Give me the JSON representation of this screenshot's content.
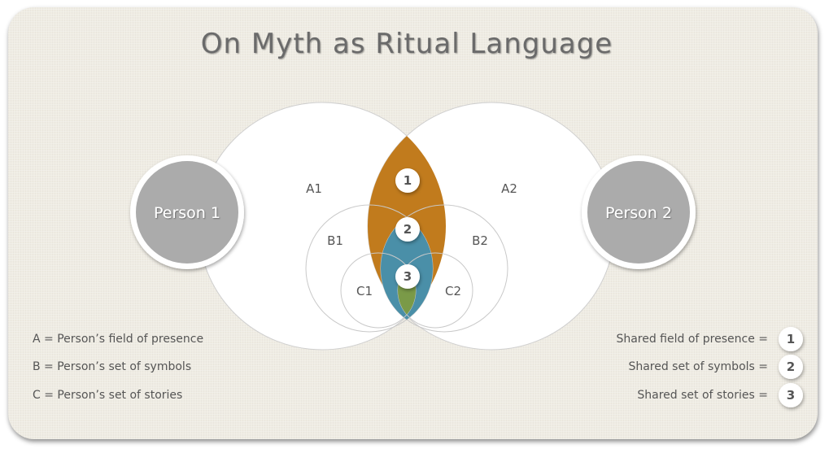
{
  "title": "On Myth as Ritual Language",
  "persons": {
    "left": "Person 1",
    "right": "Person 2"
  },
  "zones": {
    "a1": "A1",
    "a2": "A2",
    "b1": "B1",
    "b2": "B2",
    "c1": "C1",
    "c2": "C2"
  },
  "badges": {
    "one": "1",
    "two": "2",
    "three": "3"
  },
  "legend_left": [
    "A = Person’s field of presence",
    "B = Person’s set of symbols",
    "C = Person’s set of stories"
  ],
  "legend_right": [
    {
      "text": "Shared field of presence =",
      "badge": "1"
    },
    {
      "text": "Shared set of symbols =",
      "badge": "2"
    },
    {
      "text": "Shared set of stories =",
      "badge": "3"
    }
  ],
  "colors": {
    "shared_presence": "#c17b1d",
    "shared_symbols": "#4a8fa8",
    "shared_stories": "#7a9a48",
    "person_fill": "#ababab",
    "background": "#efece3"
  }
}
